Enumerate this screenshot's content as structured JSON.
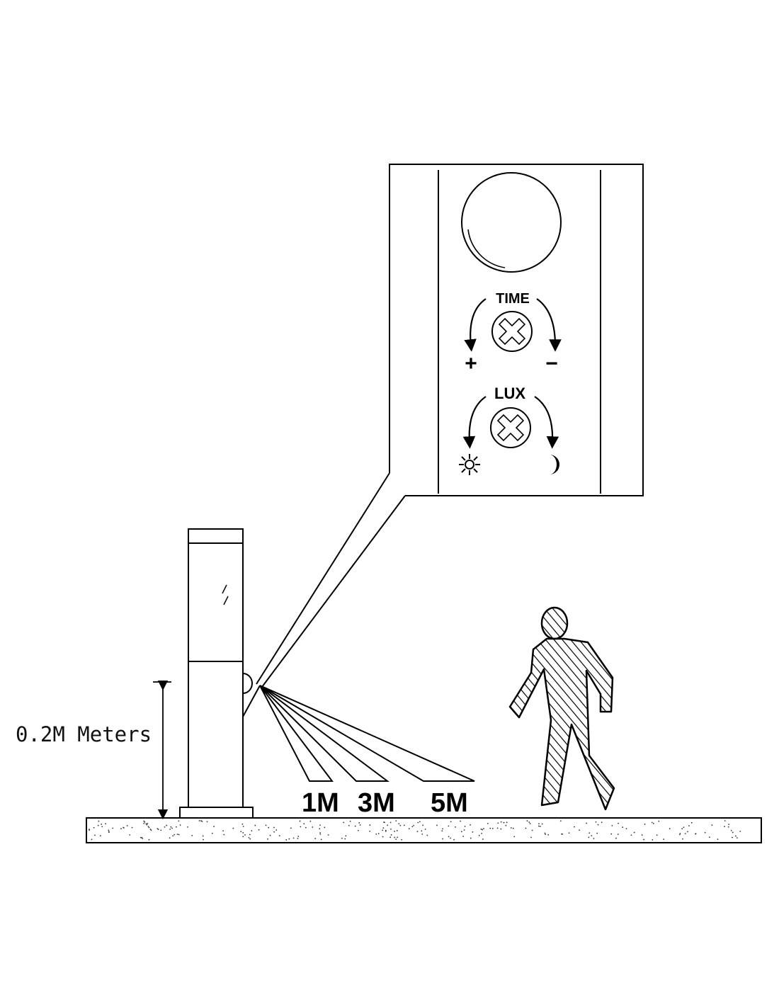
{
  "diagram": {
    "height_label": "0.2M Meters",
    "range_labels": [
      "1M",
      "3M",
      "5M"
    ],
    "panel": {
      "time_label": "TIME",
      "time_plus": "+",
      "time_minus": "−",
      "lux_label": "LUX",
      "lux_day_icon": "sun-icon",
      "lux_night_icon": "moon-icon"
    }
  }
}
